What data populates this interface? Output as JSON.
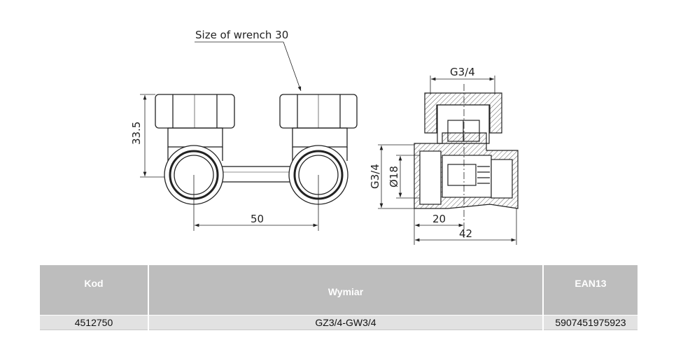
{
  "drawing": {
    "wrench_label": "Size of wrench 30",
    "front_view": {
      "height_dim": "33.5",
      "spacing_dim": "50"
    },
    "side_view": {
      "top_thread": "G3/4",
      "side_thread": "G3/4",
      "inner_diameter": "Ø18",
      "offset_dim": "20",
      "length_dim": "42"
    }
  },
  "table": {
    "headers": [
      "Kod",
      "Wymiar",
      "EAN13"
    ],
    "rows": [
      [
        "4512750",
        "GZ3/4-GW3/4",
        "5907451975923"
      ]
    ]
  }
}
